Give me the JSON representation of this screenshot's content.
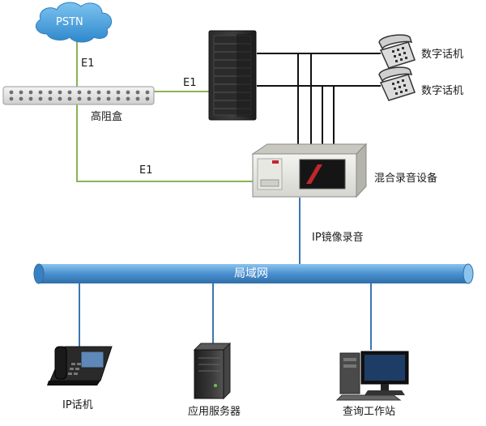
{
  "diagram": {
    "nodes": {
      "pstn": "PSTN",
      "high_impedance_box": "高阻盒",
      "digital_phone_1": "数字话机",
      "digital_phone_2": "数字话机",
      "hybrid_recorder": "混合录音设备",
      "lan": "局域网",
      "ip_phone": "IP话机",
      "app_server": "应用服务器",
      "query_workstation": "查询工作站"
    },
    "links": {
      "pstn_to_box": "E1",
      "box_to_switch": "E1",
      "box_to_recorder": "E1",
      "recorder_to_lan": "IP镜像录音"
    },
    "colors": {
      "e1_line": "#8db255",
      "data_line": "#3b78b0",
      "lan_pipe": "#5b9bd5",
      "cloud": "#4aa3df",
      "phone_line": "#111111"
    }
  }
}
